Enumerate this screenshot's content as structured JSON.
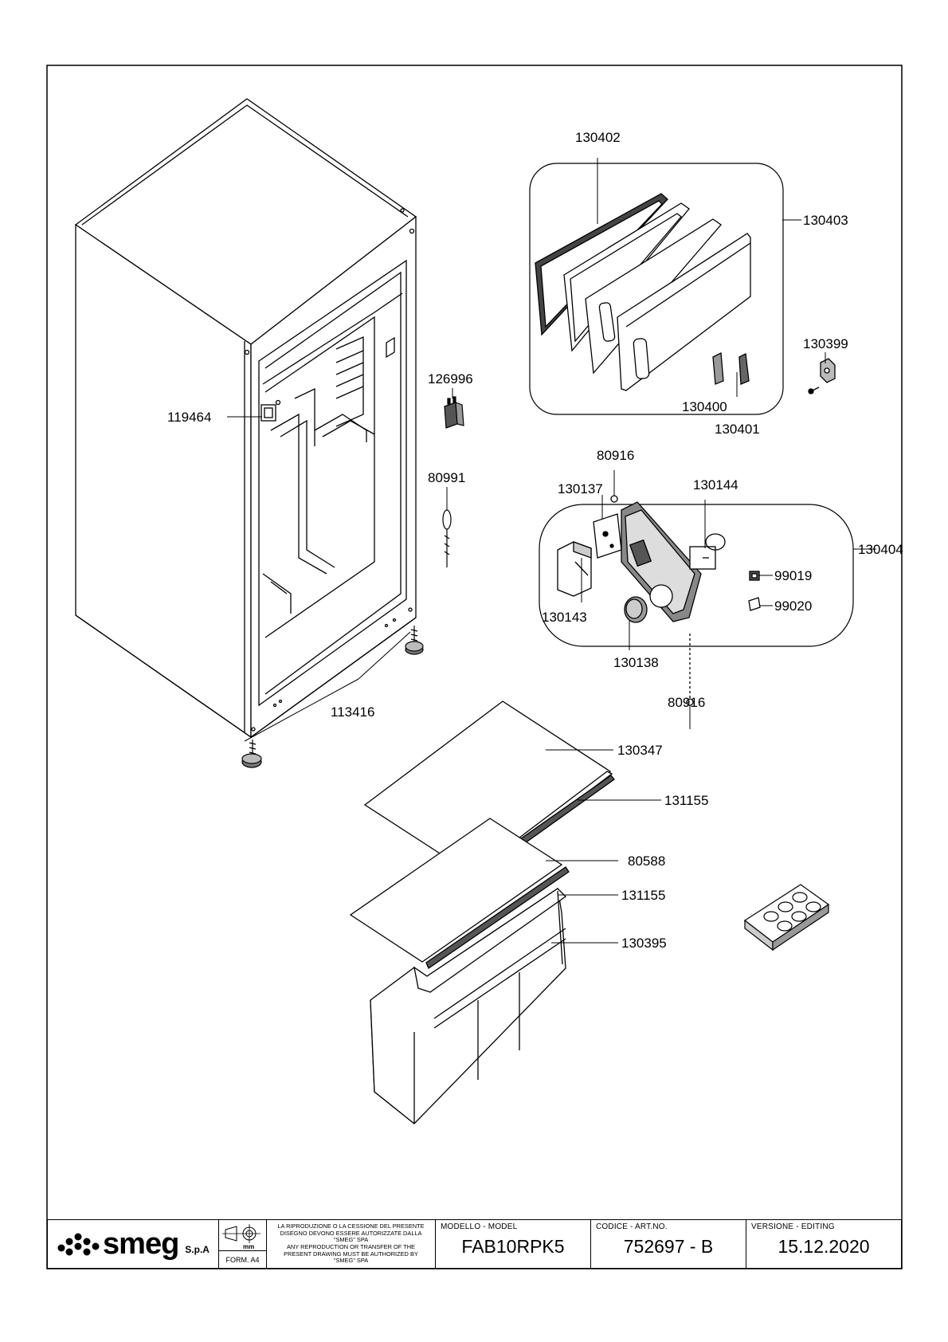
{
  "parts": {
    "p130402": "130402",
    "p130403": "130403",
    "p130399": "130399",
    "p130400": "130400",
    "p130401": "130401",
    "p126996": "126996",
    "p119464": "119464",
    "p80991": "80991",
    "p80916_top": "80916",
    "p130137": "130137",
    "p130144": "130144",
    "p130404": "130404",
    "p99019": "99019",
    "p99020": "99020",
    "p130143": "130143",
    "p130138": "130138",
    "p80916_bottom": "80916",
    "p113416": "113416",
    "p130347": "130347",
    "p131155_top": "131155",
    "p80588": "80588",
    "p131155_bottom": "131155",
    "p130395": "130395"
  },
  "title_block": {
    "brand": "smeg",
    "brand_suffix": "S.p.A",
    "scale_unit": "mm",
    "format": "FORM. A4",
    "legal_lines": [
      "LA RIPRODUZIONE O LA CESSIONE DEL PRESENTE",
      "DISEGNO DEVONO ESSERE AUTORIZZATE DALLA",
      "\"SMEG\" SPA",
      "ANY REPRODUCTION OR TRANSFER OF THE",
      "PRESENT DRAWING MUST BE AUTHORIZED BY",
      "\"SMEG\" SPA"
    ],
    "model_label": "MODELLO - MODEL",
    "model_value": "FAB10RPK5",
    "code_label": "CODICE - ART.NO.",
    "code_value": "752697 - B",
    "version_label": "VERSIONE - EDITING",
    "version_value": "15.12.2020"
  }
}
